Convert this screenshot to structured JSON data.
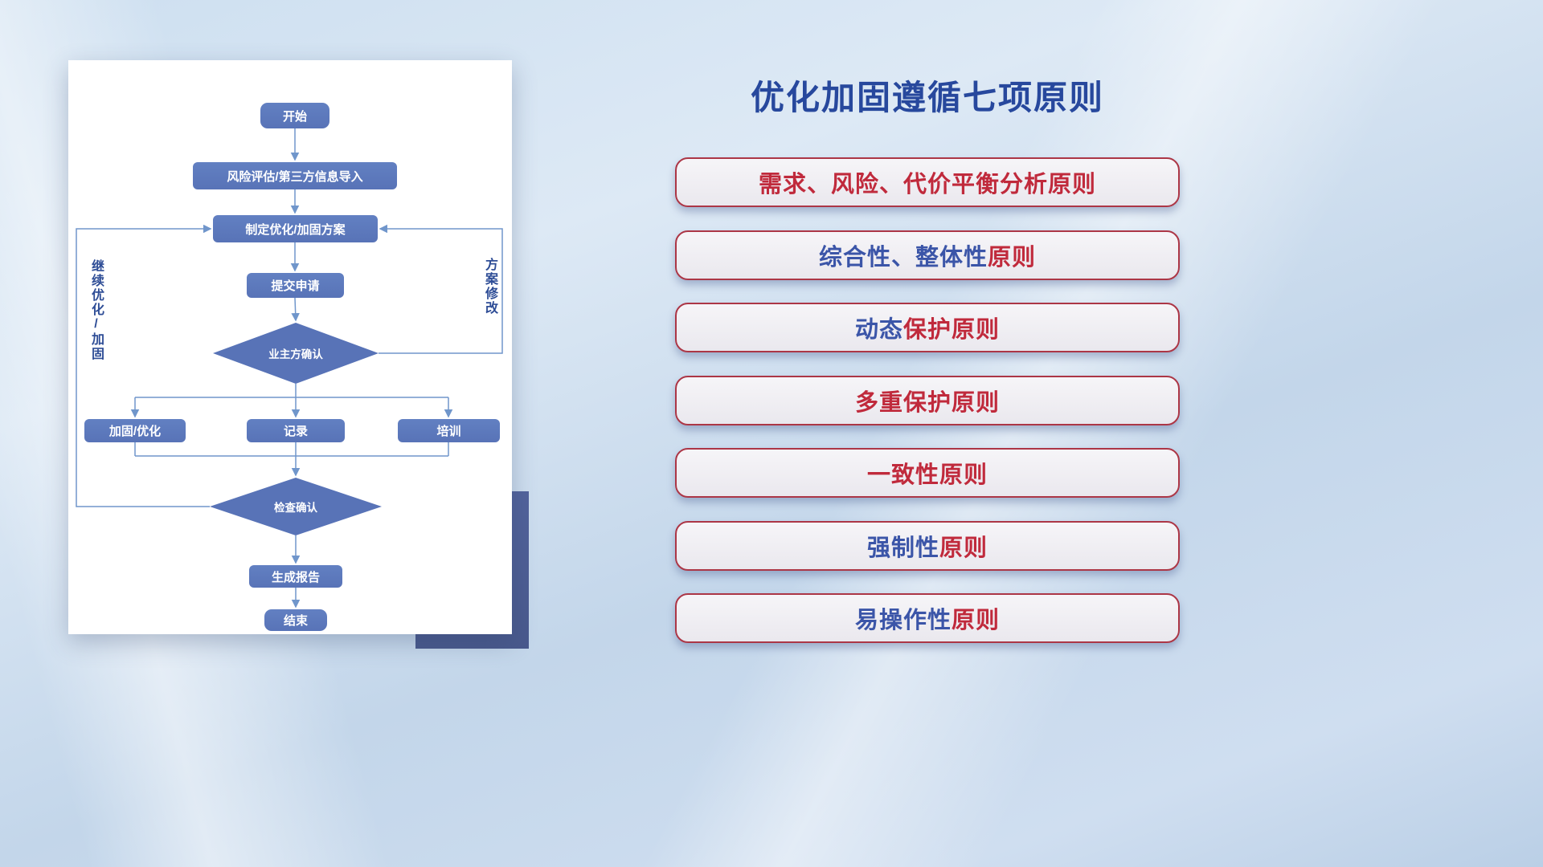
{
  "colors": {
    "node_fill": "#5873b7",
    "connector": "#7096cb",
    "title_color": "#27489d",
    "principle_border": "#ac3646",
    "accent_block": "#49598c"
  },
  "flowchart": {
    "nodes": {
      "start": "开始",
      "risk_import": "风险评估/第三方信息导入",
      "make_plan": "制定优化/加固方案",
      "submit": "提交申请",
      "owner_confirm": "业主方确认",
      "harden_optimize": "加固/优化",
      "record": "记录",
      "training": "培训",
      "check_confirm": "检查确认",
      "report": "生成报告",
      "end": "结束"
    },
    "side_labels": {
      "continue_loop": "继续优化/加固",
      "plan_modify": "方案修改"
    }
  },
  "panel": {
    "title": "优化加固遵循七项原则",
    "principles": [
      {
        "segments": [
          {
            "text": "需求、风险、代价平衡分析原则",
            "color": "#c02a3c"
          }
        ]
      },
      {
        "segments": [
          {
            "text": "综合性、整体性",
            "color": "#3b55a8"
          },
          {
            "text": "原则",
            "color": "#c02a3c"
          }
        ]
      },
      {
        "segments": [
          {
            "text": "动态",
            "color": "#3b55a8"
          },
          {
            "text": "保护原则",
            "color": "#c02a3c"
          }
        ]
      },
      {
        "segments": [
          {
            "text": "多重保护原则",
            "color": "#c02a3c"
          }
        ]
      },
      {
        "segments": [
          {
            "text": "一致性原则",
            "color": "#c02a3c"
          }
        ]
      },
      {
        "segments": [
          {
            "text": "强制性",
            "color": "#3b55a8"
          },
          {
            "text": "原则",
            "color": "#c02a3c"
          }
        ]
      },
      {
        "segments": [
          {
            "text": "易操作性",
            "color": "#3b55a8"
          },
          {
            "text": "原则",
            "color": "#c02a3c"
          }
        ]
      }
    ]
  }
}
